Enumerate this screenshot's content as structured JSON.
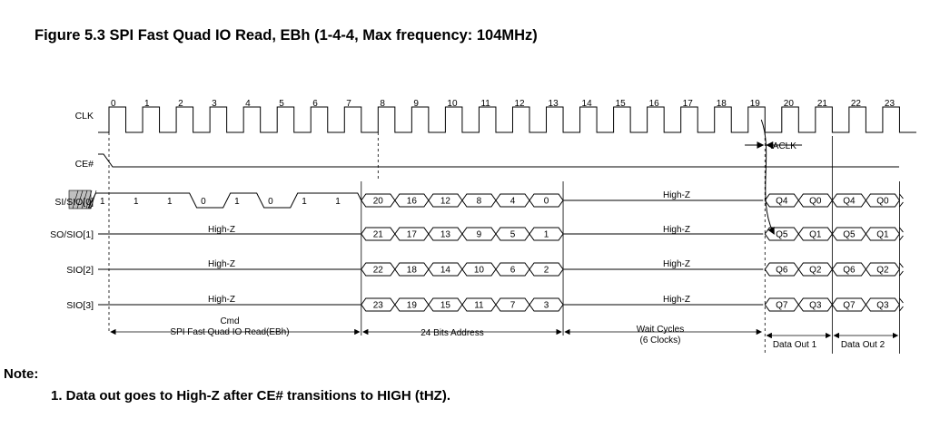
{
  "figure": {
    "title": "Figure 5.3 SPI Fast Quad IO Read, EBh (1-4-4, Max frequency: 104MHz)"
  },
  "signals": {
    "clk": "CLK",
    "ce": "CE#",
    "sio0": "SI/SIO[0]",
    "sio1": "SO/SIO[1]",
    "sio2": "SIO[2]",
    "sio3": "SIO[3]"
  },
  "clock_numbers": [
    "0",
    "1",
    "2",
    "3",
    "4",
    "5",
    "6",
    "7",
    "8",
    "9",
    "10",
    "11",
    "12",
    "13",
    "14",
    "15",
    "16",
    "17",
    "18",
    "19",
    "20",
    "21",
    "22",
    "23"
  ],
  "cmd_bits": [
    "1",
    "1",
    "1",
    "0",
    "1",
    "0",
    "1",
    "1"
  ],
  "address": {
    "sio0": [
      "20",
      "16",
      "12",
      "8",
      "4",
      "0"
    ],
    "sio1": [
      "21",
      "17",
      "13",
      "9",
      "5",
      "1"
    ],
    "sio2": [
      "22",
      "18",
      "14",
      "10",
      "6",
      "2"
    ],
    "sio3": [
      "23",
      "19",
      "15",
      "11",
      "7",
      "3"
    ]
  },
  "data_out": {
    "sio0": [
      "Q4",
      "Q0",
      "Q4",
      "Q0"
    ],
    "sio1": [
      "Q5",
      "Q1",
      "Q5",
      "Q1"
    ],
    "sio2": [
      "Q6",
      "Q2",
      "Q6",
      "Q2"
    ],
    "sio3": [
      "Q7",
      "Q3",
      "Q7",
      "Q3"
    ]
  },
  "labels": {
    "high_z": "High-Z",
    "taclk": "tACLK",
    "cmd_line1": "Cmd",
    "cmd_line2": "SPI Fast Quad IO Read(EBh)",
    "address": "24 Bits Address",
    "wait_line1": "Wait Cycles",
    "wait_line2": "(6 Clocks)",
    "data_out_1": "Data Out 1",
    "data_out_2": "Data Out 2"
  },
  "note": {
    "heading": "Note:",
    "line1": "1. Data out goes to High-Z after CE# transitions to HIGH (tHZ)."
  }
}
